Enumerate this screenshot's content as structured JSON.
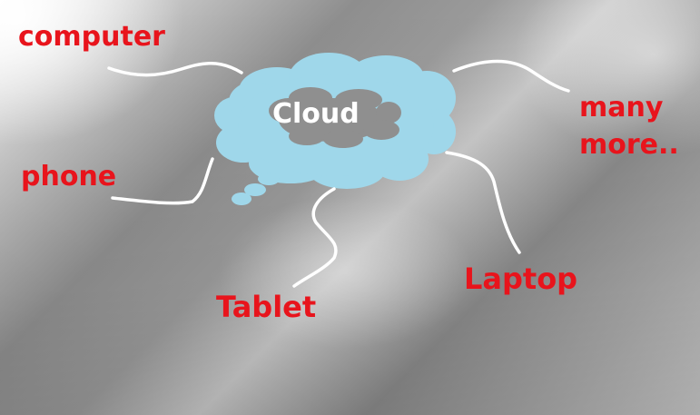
{
  "diagram": {
    "center_label": "Cloud",
    "devices": {
      "computer": "computer",
      "phone": "phone",
      "tablet": "Tablet",
      "laptop": "Laptop",
      "more_line1": "many",
      "more_line2": "more.."
    }
  },
  "colors": {
    "background": "#9a9a9a",
    "cloud_fill": "#9fd7ea",
    "cloud_center": "#8f8f8f",
    "label_text": "#e8141c",
    "connector": "#ffffff",
    "cloud_text": "#ffffff"
  }
}
